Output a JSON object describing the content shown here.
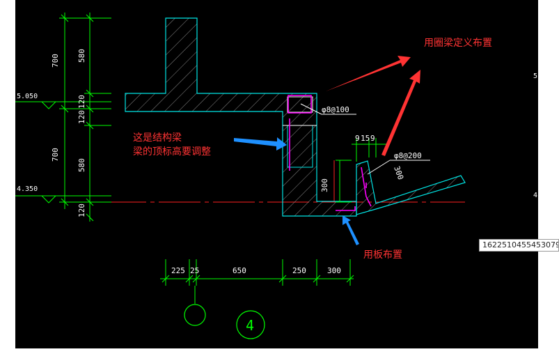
{
  "colors": {
    "background": "#000000",
    "page_background": "#ffffff",
    "dimension_green": "#00ff00",
    "outline_cyan": "#00e5e5",
    "centerline_red": "#ff2020",
    "rebar_magenta": "#ff00ff",
    "note_red": "#ff3333",
    "arrow_blue": "#1e90ff",
    "hatch_gray": "#8c8c8c",
    "text_white": "#ffffff"
  },
  "elevations": {
    "upper": "5.050",
    "lower": "4.350"
  },
  "vertical_dims": {
    "outer": [
      "700",
      "700"
    ],
    "inner": [
      "580",
      "120",
      "120",
      "580",
      "120"
    ]
  },
  "horizontal_dims": [
    "225",
    "25",
    "650",
    "250",
    "300"
  ],
  "small_dims": {
    "top": [
      "9",
      "15",
      "9"
    ],
    "slab_depth": "300",
    "beam_depth": "300"
  },
  "rebar_labels": {
    "beam": "φ8@100",
    "slab": "φ8@200"
  },
  "axis_labels": {
    "bubble_2": "4"
  },
  "annotations": {
    "ring_beam": "用圈梁定义布置",
    "structural_beam_line1": "这是结构梁",
    "structural_beam_line2": "梁的顶标高要调整",
    "slab": "用板布置"
  },
  "right_edge_labels": [
    "5",
    "4"
  ],
  "tooltip": "1622510455453079"
}
